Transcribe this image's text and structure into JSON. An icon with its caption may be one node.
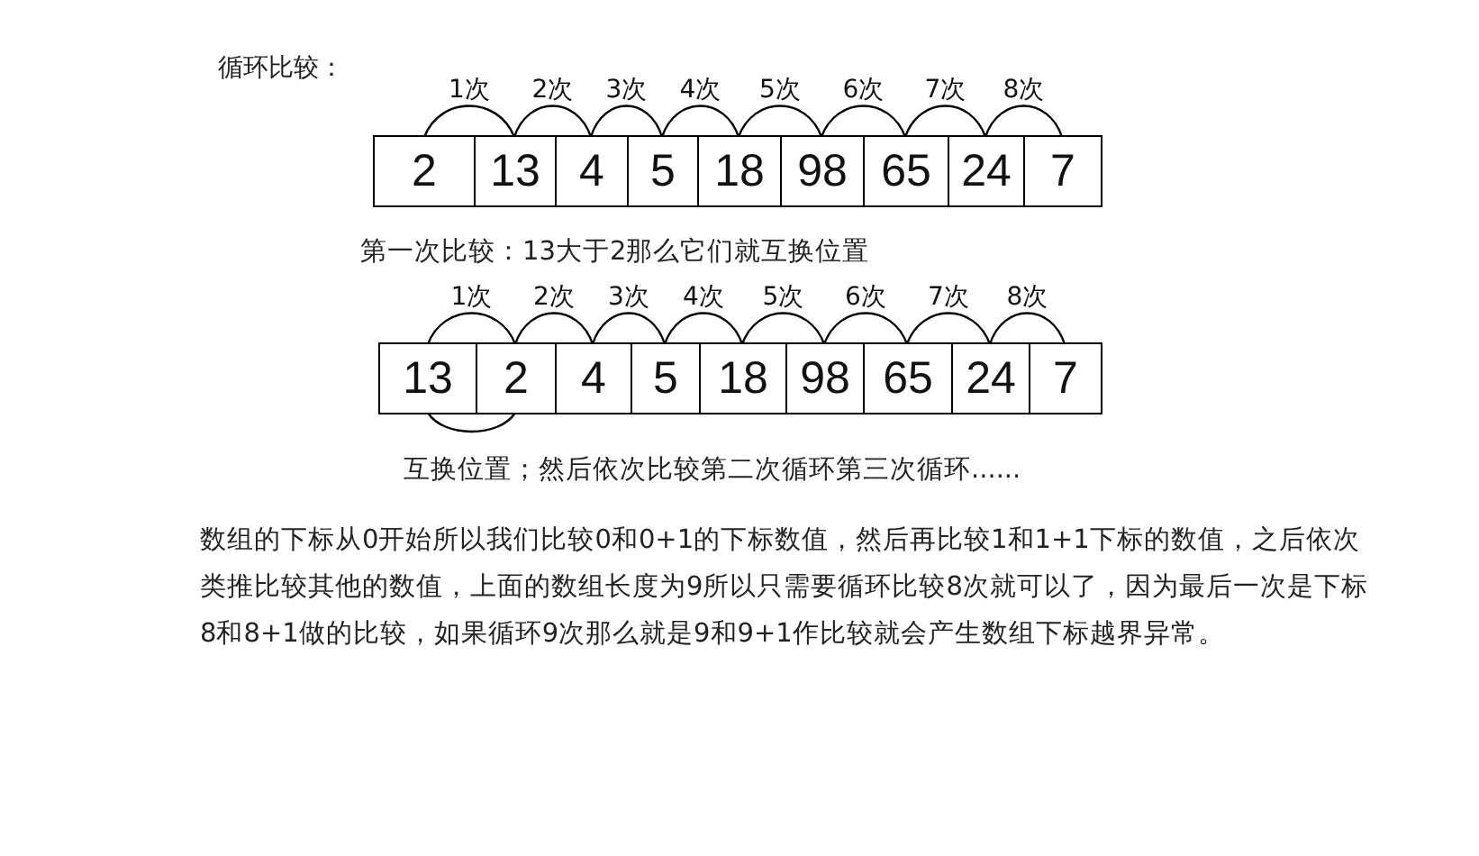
{
  "diagram": {
    "title": "循环比较：",
    "nodes": [
      {
        "text": [],
        "shape": "box"
      },
      {
        "text": [
          "2"
        ],
        "in": 0
      },
      {
        "text": [
          "13"
        ],
        "in": 0
      },
      {
        "text": [
          "4"
        ],
        "in": 0
      },
      {
        "text": [
          "5"
        ],
        "in": 0
      },
      {
        "text": [
          "18"
        ],
        "in": 0
      },
      {
        "text": [
          "98"
        ],
        "in": 0
      },
      {
        "text": [
          "65"
        ],
        "in": 0
      },
      {
        "text": [
          "24"
        ],
        "in": 0
      },
      {
        "text": [
          "7"
        ],
        "in": 0
      },
      {
        "text": [],
        "shape": "box"
      },
      {
        "text": [
          "13"
        ],
        "in": 10
      },
      {
        "text": [
          "2"
        ],
        "in": 10
      },
      {
        "text": [
          "4"
        ],
        "in": 10
      },
      {
        "text": [
          "5"
        ],
        "in": 10
      },
      {
        "text": [
          "18"
        ],
        "in": 10
      },
      {
        "text": [
          "98"
        ],
        "in": 10
      },
      {
        "text": [
          "65"
        ],
        "in": 10
      },
      {
        "text": [
          "24"
        ],
        "in": 10
      },
      {
        "text": [
          "7"
        ],
        "in": 10
      }
    ],
    "edges": [
      {
        "from": 1,
        "to": 2,
        "arrow": "none",
        "label": "1次"
      },
      {
        "from": 2,
        "to": 3,
        "arrow": "none",
        "label": "2次"
      },
      {
        "from": 3,
        "to": 4,
        "arrow": "none",
        "label": "3次"
      },
      {
        "from": 4,
        "to": 5,
        "arrow": "none",
        "label": "4次"
      },
      {
        "from": 5,
        "to": 6,
        "arrow": "none",
        "label": "5次"
      },
      {
        "from": 6,
        "to": 7,
        "arrow": "none",
        "label": "6次"
      },
      {
        "from": 7,
        "to": 8,
        "arrow": "none",
        "label": "7次"
      },
      {
        "from": 8,
        "to": 9,
        "arrow": "none",
        "label": "8次"
      },
      {
        "from": 11,
        "to": 12,
        "arrow": "none",
        "label": "1次"
      },
      {
        "from": 12,
        "to": 13,
        "arrow": "none",
        "label": "2次"
      },
      {
        "from": 13,
        "to": 14,
        "arrow": "none",
        "label": "3次"
      },
      {
        "from": 14,
        "to": 15,
        "arrow": "none",
        "label": "4次"
      },
      {
        "from": 15,
        "to": 16,
        "arrow": "none",
        "label": "5次"
      },
      {
        "from": 16,
        "to": 17,
        "arrow": "none",
        "label": "6次"
      },
      {
        "from": 17,
        "to": 18,
        "arrow": "none",
        "label": "7次"
      },
      {
        "from": 18,
        "to": 19,
        "arrow": "none",
        "label": "8次"
      },
      {
        "from": 11,
        "to": 12,
        "arrow": "none"
      }
    ],
    "labels": [
      "第一次比较：13大于2那么它们就互换位置",
      "互换位置；然后依次比较第二次循环第三次循环......",
      "数组的下标从0开始所以我们比较0和0+1的下标数值，然后再比较1和1+1下标的数值，之后依次类推比较其他的数值，上面的数组长度为9所以只需要循环比较8次就可以了，因为最后一次是下标8和8+1做的比较，如果循环9次那么就是9和9+1作比较就会产生数组下标越界异常。"
    ]
  }
}
